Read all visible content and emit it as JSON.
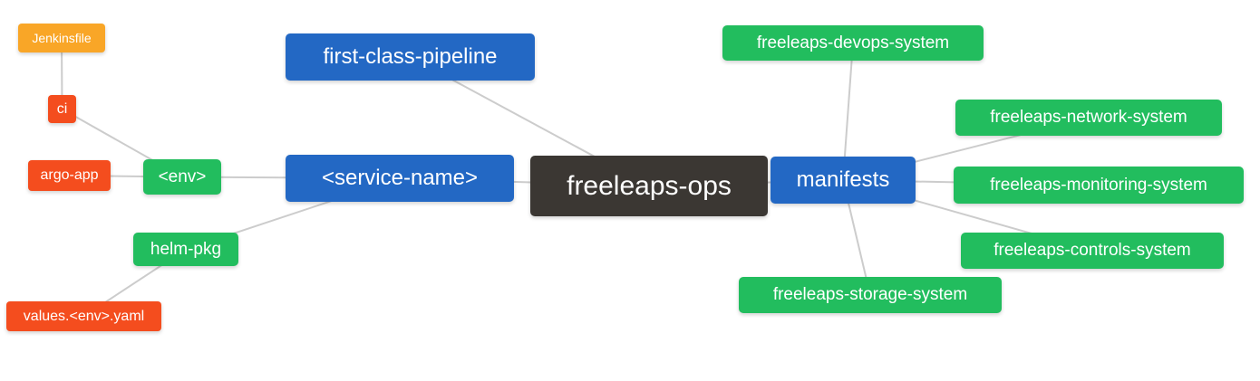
{
  "diagram": {
    "type": "mindmap",
    "root_label": "freeleaps-ops"
  },
  "nodes": [
    {
      "id": "jenkinsfile",
      "label": "Jenkinsfile",
      "level": "leaf2"
    },
    {
      "id": "ci",
      "label": "ci",
      "level": "leaf"
    },
    {
      "id": "argo-app",
      "label": "argo-app",
      "level": "leaf"
    },
    {
      "id": "env",
      "label": "<env>",
      "level": "sub"
    },
    {
      "id": "helm-pkg",
      "label": "helm-pkg",
      "level": "sub"
    },
    {
      "id": "values-env-yaml",
      "label": "values.<env>.yaml",
      "level": "leaf"
    },
    {
      "id": "first-class-pipeline",
      "label": "first-class-pipeline",
      "level": "branch"
    },
    {
      "id": "service-name",
      "label": "<service-name>",
      "level": "branch"
    },
    {
      "id": "freeleaps-ops",
      "label": "freeleaps-ops",
      "level": "root"
    },
    {
      "id": "manifests",
      "label": "manifests",
      "level": "branch"
    },
    {
      "id": "devops-system",
      "label": "freeleaps-devops-system",
      "level": "sub"
    },
    {
      "id": "network-system",
      "label": "freeleaps-network-system",
      "level": "sub"
    },
    {
      "id": "monitoring-system",
      "label": "freeleaps-monitoring-system",
      "level": "sub"
    },
    {
      "id": "controls-system",
      "label": "freeleaps-controls-system",
      "level": "sub"
    },
    {
      "id": "storage-system",
      "label": "freeleaps-storage-system",
      "level": "sub"
    }
  ],
  "edges": [
    {
      "from": "jenkinsfile",
      "to": "ci"
    },
    {
      "from": "ci",
      "to": "env"
    },
    {
      "from": "argo-app",
      "to": "env"
    },
    {
      "from": "env",
      "to": "service-name"
    },
    {
      "from": "helm-pkg",
      "to": "service-name"
    },
    {
      "from": "values-env-yaml",
      "to": "helm-pkg"
    },
    {
      "from": "first-class-pipeline",
      "to": "freeleaps-ops"
    },
    {
      "from": "service-name",
      "to": "freeleaps-ops"
    },
    {
      "from": "freeleaps-ops",
      "to": "manifests"
    },
    {
      "from": "manifests",
      "to": "devops-system"
    },
    {
      "from": "manifests",
      "to": "network-system"
    },
    {
      "from": "manifests",
      "to": "monitoring-system"
    },
    {
      "from": "manifests",
      "to": "controls-system"
    },
    {
      "from": "manifests",
      "to": "storage-system"
    }
  ],
  "colors": {
    "root": "#3b3733",
    "branch": "#2368c4",
    "sub": "#22bd5e",
    "leaf": "#f44d1e",
    "leaf2": "#f9a627",
    "connector": "#cccccc"
  }
}
